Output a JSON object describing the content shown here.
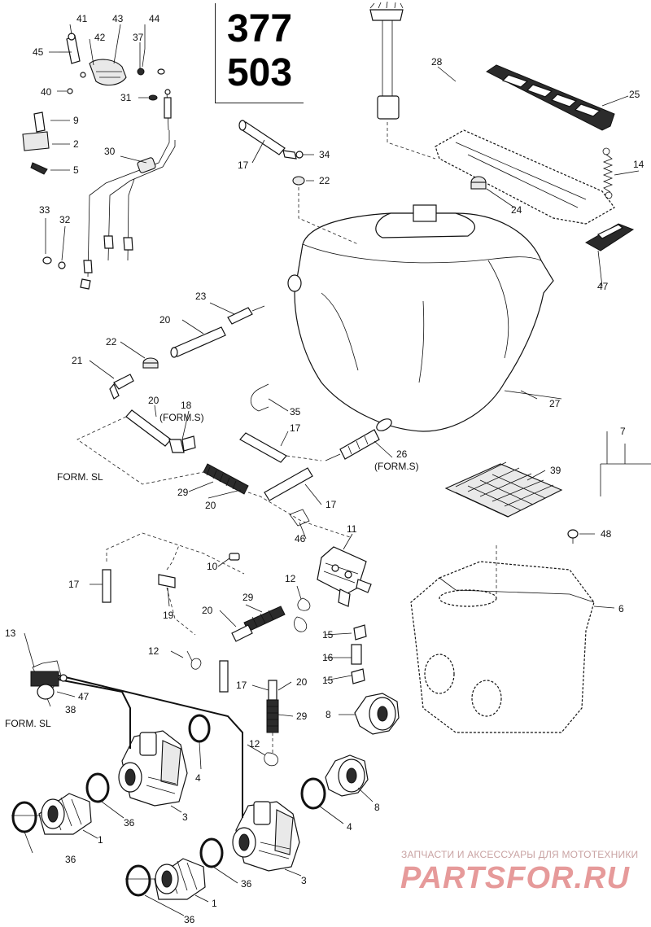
{
  "models": [
    "377",
    "503"
  ],
  "labels": {
    "l41": "41",
    "l43": "43",
    "l44": "44",
    "l42": "42",
    "l37": "37",
    "l45": "45",
    "l40": "40",
    "l31": "31",
    "l9": "9",
    "l2": "2",
    "l5": "5",
    "l30": "30",
    "l33": "33",
    "l32": "32",
    "l28": "28",
    "l25": "25",
    "l17a": "17",
    "l34": "34",
    "l22a": "22",
    "l14": "14",
    "l24": "24",
    "l47a": "47",
    "l23": "23",
    "l20a": "20",
    "l22b": "22",
    "l21": "21",
    "l27": "27",
    "l20b": "20",
    "l18": "18",
    "l18f": "(FORM.S)",
    "l35": "35",
    "l17b": "17",
    "l26": "26",
    "l26f": "(FORM.S)",
    "lformsl1": "FORM. SL",
    "l29a": "29",
    "l20c": "20",
    "l17c": "17",
    "l7": "7",
    "l39": "39",
    "l46": "46",
    "l11": "11",
    "l48": "48",
    "l10": "10",
    "l12a": "12",
    "l17d": "17",
    "l19": "19",
    "l20d": "20",
    "l29b": "29",
    "l15a": "15",
    "l6": "6",
    "l16": "16",
    "l15b": "15",
    "l13": "13",
    "l12b": "12",
    "l47b": "47",
    "l38": "38",
    "l17e": "17",
    "l20e": "20",
    "l8a": "8",
    "l29c": "29",
    "lformsl2": "FORM. SL",
    "l12c": "12",
    "l4a": "4",
    "l36a": "36",
    "l3a": "3",
    "l8b": "8",
    "l4b": "4",
    "l1a": "1",
    "l36b": "36",
    "l36c": "36",
    "l3b": "3",
    "l1b": "1",
    "l36d": "36"
  },
  "watermark": {
    "top": "ЗАПЧАСТИ И АКСЕССУАРЫ ДЛЯ МОТОТЕХНИКИ",
    "logo": "PARTSFOR.RU"
  }
}
